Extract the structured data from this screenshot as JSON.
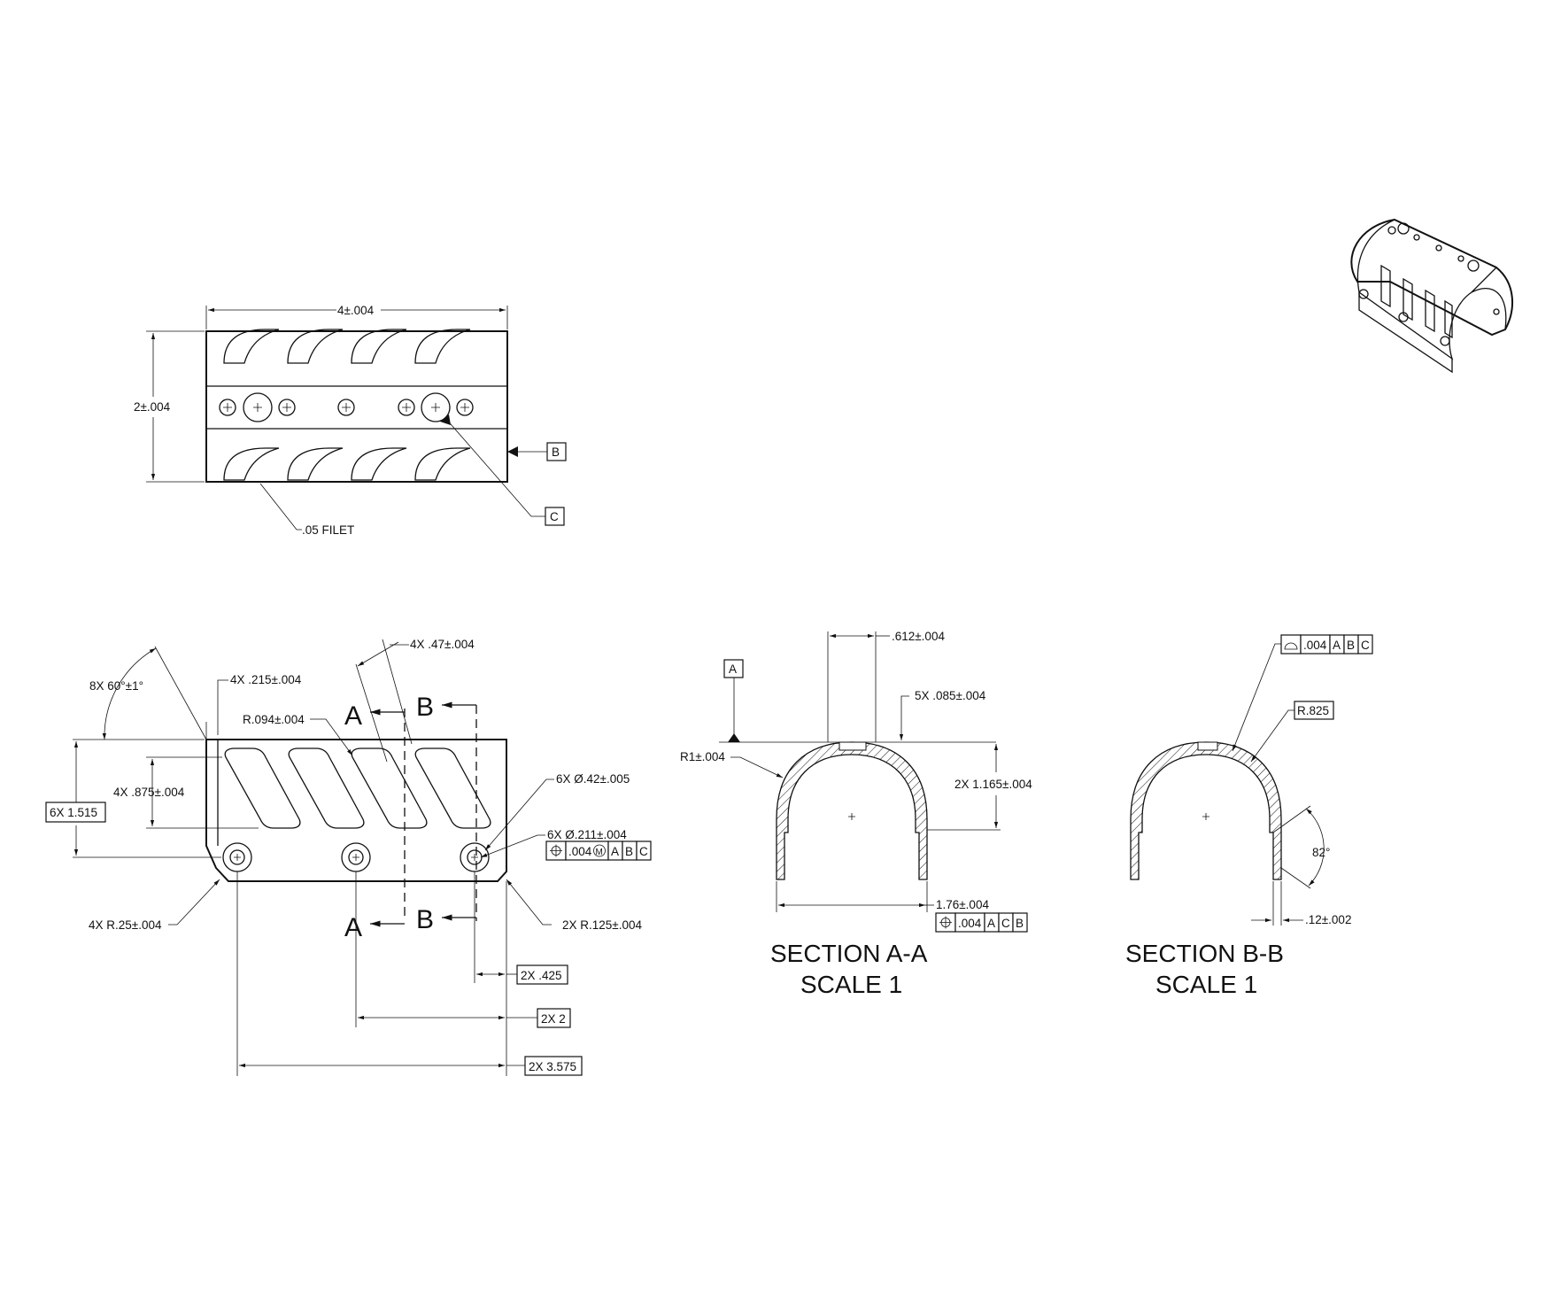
{
  "top_view": {
    "width_dim": "4±.004",
    "height_dim": "2±.004",
    "datum_b": "B",
    "datum_c": "C",
    "fillet_note": ".05 FILET"
  },
  "front_view": {
    "angle_note": "8X 60°±1°",
    "edge_dim": "4X .215±.004",
    "slot_width": "4X .47±.004",
    "radius_small": "R.094±.004",
    "slot_height": "4X .875±.004",
    "overall_height": "6X 1.515",
    "hole_large": "6X Ø.42±.005",
    "hole_small": "6X Ø.211±.004",
    "hole_fcf": {
      "tol": ".004",
      "mod": "M",
      "datums": [
        "A",
        "B",
        "C"
      ]
    },
    "corner_radius_left": "4X R.25±.004",
    "corner_radius_right": "2X R.125±.004",
    "section_a": "A",
    "section_b": "B",
    "dim_425": "2X .425",
    "dim_2": "2X 2",
    "dim_3575": "2X 3.575"
  },
  "section_aa": {
    "datum_a": "A",
    "top_width": ".612±.004",
    "slot_depth": "5X .085±.004",
    "radius": "R1±.004",
    "height": "2X 1.165±.004",
    "width": "1.76±.004",
    "fcf": {
      "tol": ".004",
      "datums": [
        "A",
        "C",
        "B"
      ]
    },
    "title_line1": "SECTION A-A",
    "title_line2": "SCALE 1"
  },
  "section_bb": {
    "profile_fcf": {
      "tol": ".004",
      "datums": [
        "A",
        "B",
        "C"
      ]
    },
    "radius": "R.825",
    "angle": "82°",
    "thickness": ".12±.002",
    "title_line1": "SECTION B-B",
    "title_line2": "SCALE 1"
  }
}
